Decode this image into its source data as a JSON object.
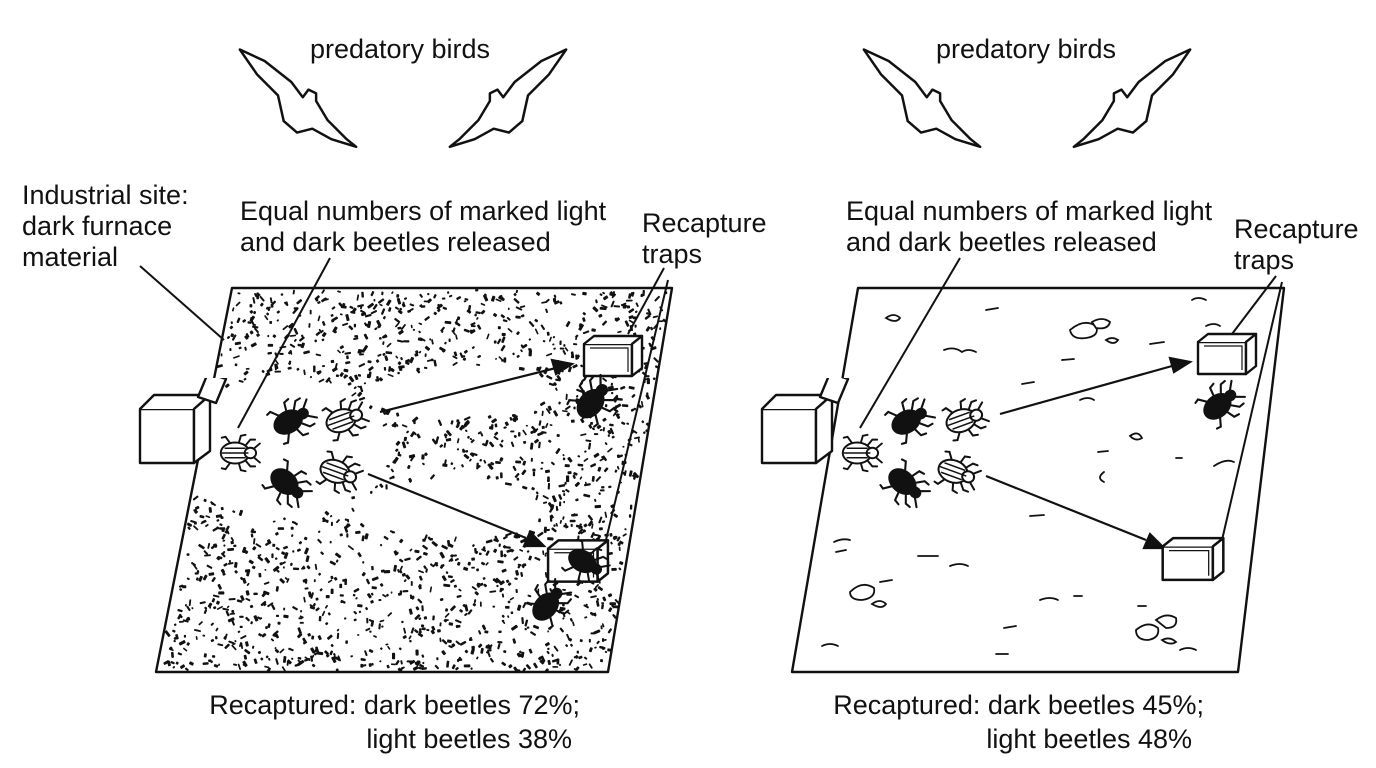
{
  "left_panel": {
    "birds_label": "predatory birds",
    "site_label": "Industrial site:\ndark furnace\nmaterial",
    "release_label": "Equal numbers of marked light\nand dark beetles released",
    "traps_label": "Recapture\ntraps",
    "result_line1": "Recaptured: dark beetles 72%;",
    "result_line2": "light beetles 38%"
  },
  "right_panel": {
    "birds_label": "predatory birds",
    "release_label": "Equal numbers of marked light\nand dark beetles released",
    "traps_label": "Recapture\ntraps",
    "result_line1": "Recaptured: dark beetles 45%;",
    "result_line2": "light beetles 48%"
  },
  "recapture_percent": {
    "industrial": {
      "dark": 72,
      "light": 38
    },
    "unpolluted": {
      "dark": 45,
      "light": 48
    }
  },
  "colors": {
    "ink": "#111111",
    "paper": "#ffffff"
  }
}
